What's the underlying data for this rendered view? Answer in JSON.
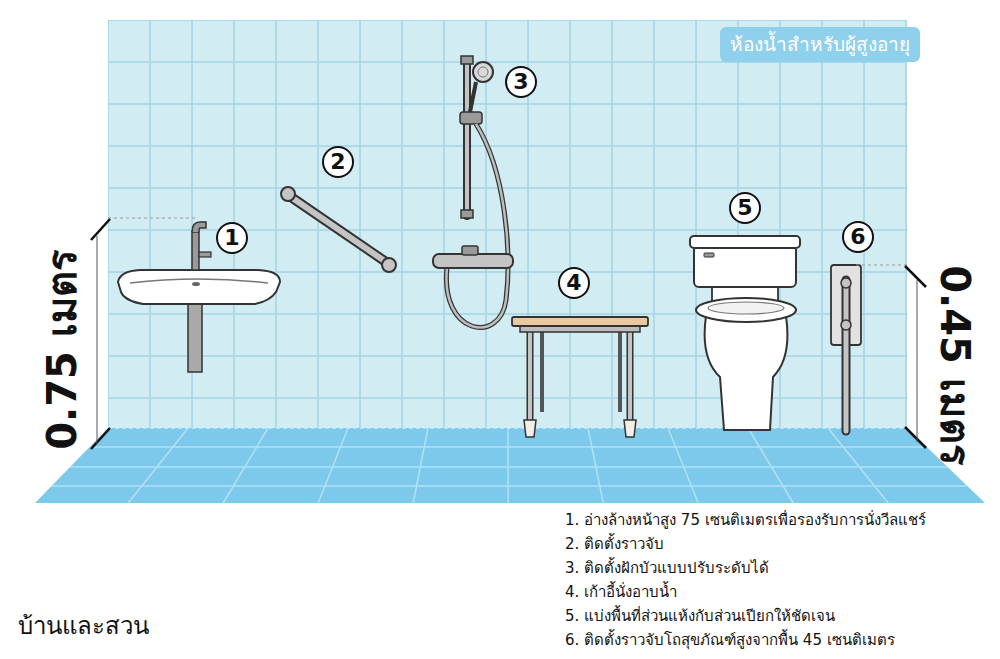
{
  "diagram": {
    "title": "ห้องน้ำสำหรับผู้สูงอายุ",
    "nodes": [
      {
        "text": [
          "1"
        ]
      },
      {
        "text": [
          "2"
        ]
      },
      {
        "text": [
          "3"
        ]
      },
      {
        "text": [
          "4"
        ]
      },
      {
        "text": [
          "5"
        ]
      },
      {
        "text": [
          "6"
        ]
      }
    ],
    "labels": [
      "0.75 เมตร",
      "0.45 เมตร",
      "1. อ่างล้างหน้าสูง 75 เซนติเมตรเพื่อรองรับการนั่งวีลแชร์",
      "2. ติดตั้งราวจับ",
      "3. ติดตั้งฝักบัวแบบปรับระดับได้",
      "4. เก้าอี้นั่งอาบน้ำ",
      "5. แบ่งพื้นที่ส่วนแห้งกับส่วนเปียกให้ชัดเจน",
      "6. ติดตั้งราวจับโถสุขภัณฑ์สูงจากพื้น 45 เซนติเมตร",
      "บ้านและสวน"
    ]
  }
}
